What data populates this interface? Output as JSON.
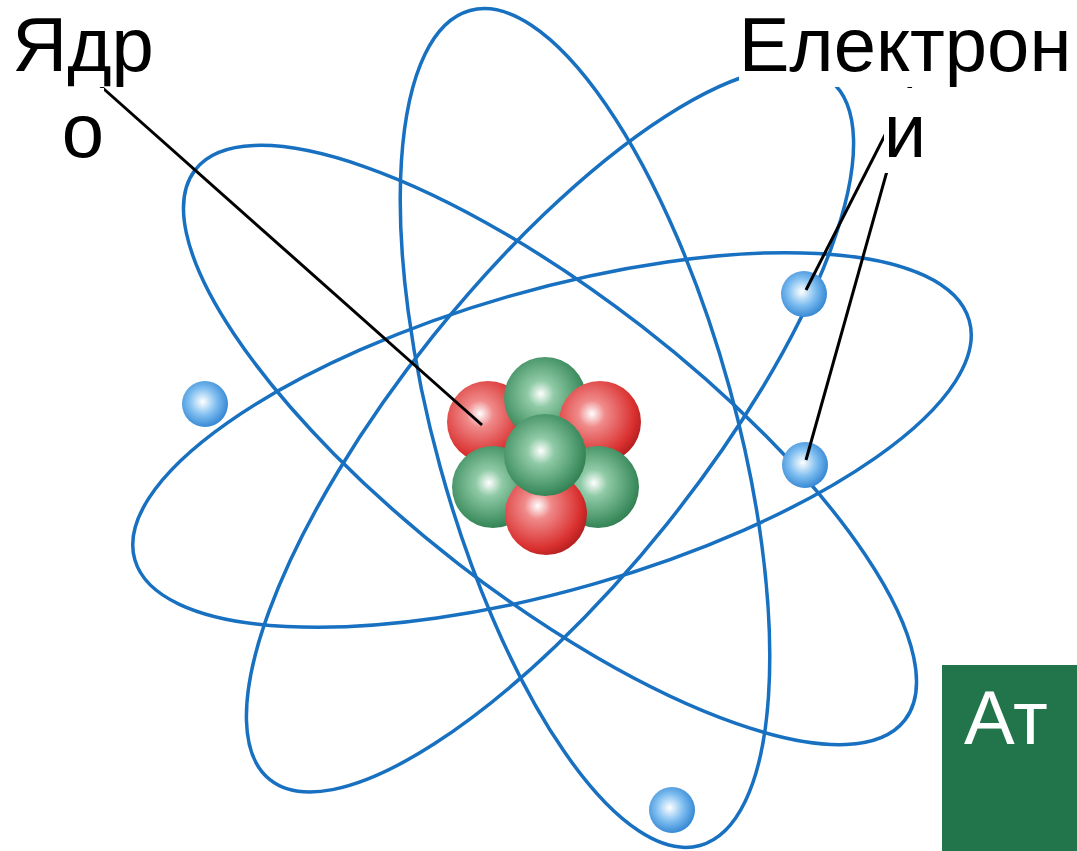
{
  "diagram": {
    "nodes": [
      {
        "text": [
          "Ат"
        ]
      }
    ],
    "labels": [
      "Ядр о",
      "Електрон и"
    ]
  }
}
